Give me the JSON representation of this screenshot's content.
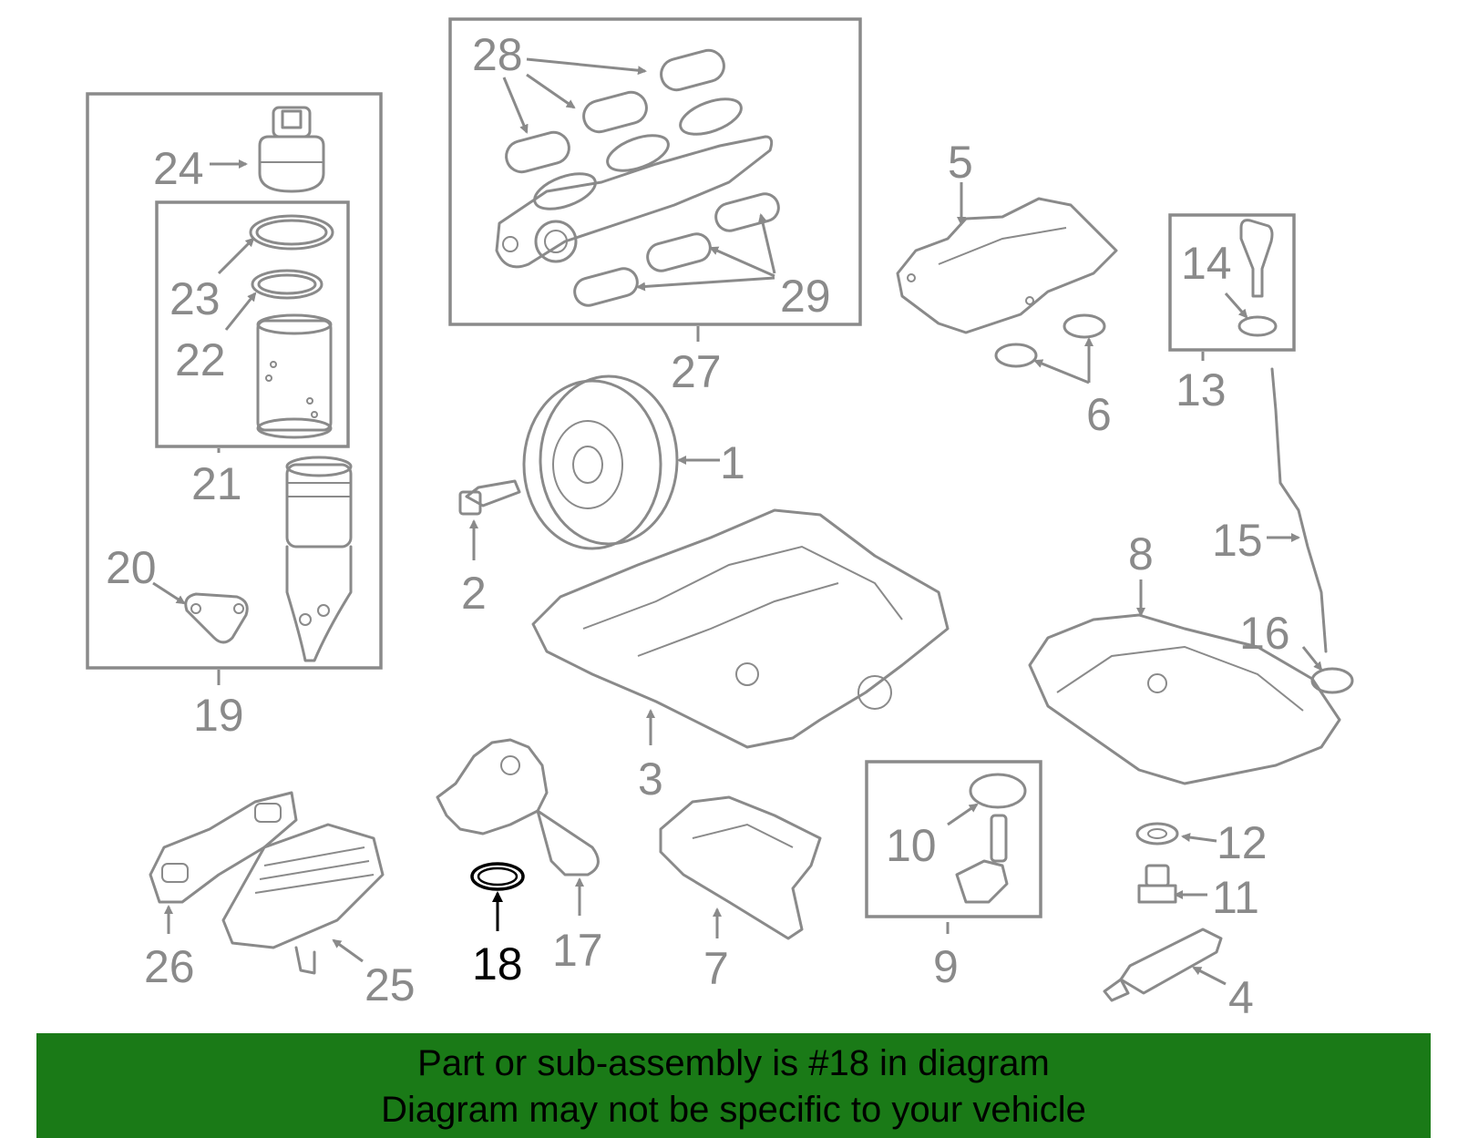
{
  "callouts": {
    "c1": "1",
    "c2": "2",
    "c3": "3",
    "c4": "4",
    "c5": "5",
    "c6": "6",
    "c7": "7",
    "c8": "8",
    "c9": "9",
    "c10": "10",
    "c11": "11",
    "c12": "12",
    "c13": "13",
    "c14": "14",
    "c15": "15",
    "c16": "16",
    "c17": "17",
    "c18": "18",
    "c19": "19",
    "c20": "20",
    "c21": "21",
    "c22": "22",
    "c23": "23",
    "c24": "24",
    "c25": "25",
    "c26": "26",
    "c27": "27",
    "c28": "28",
    "c29": "29"
  },
  "highlighted_part": "18",
  "colors": {
    "line": "#8a8a8a",
    "highlight": "#000000",
    "banner": "#1a7a17"
  },
  "banner": {
    "line1": "Part or sub-assembly is #18 in diagram",
    "line2": "Diagram may not be specific to your vehicle"
  }
}
